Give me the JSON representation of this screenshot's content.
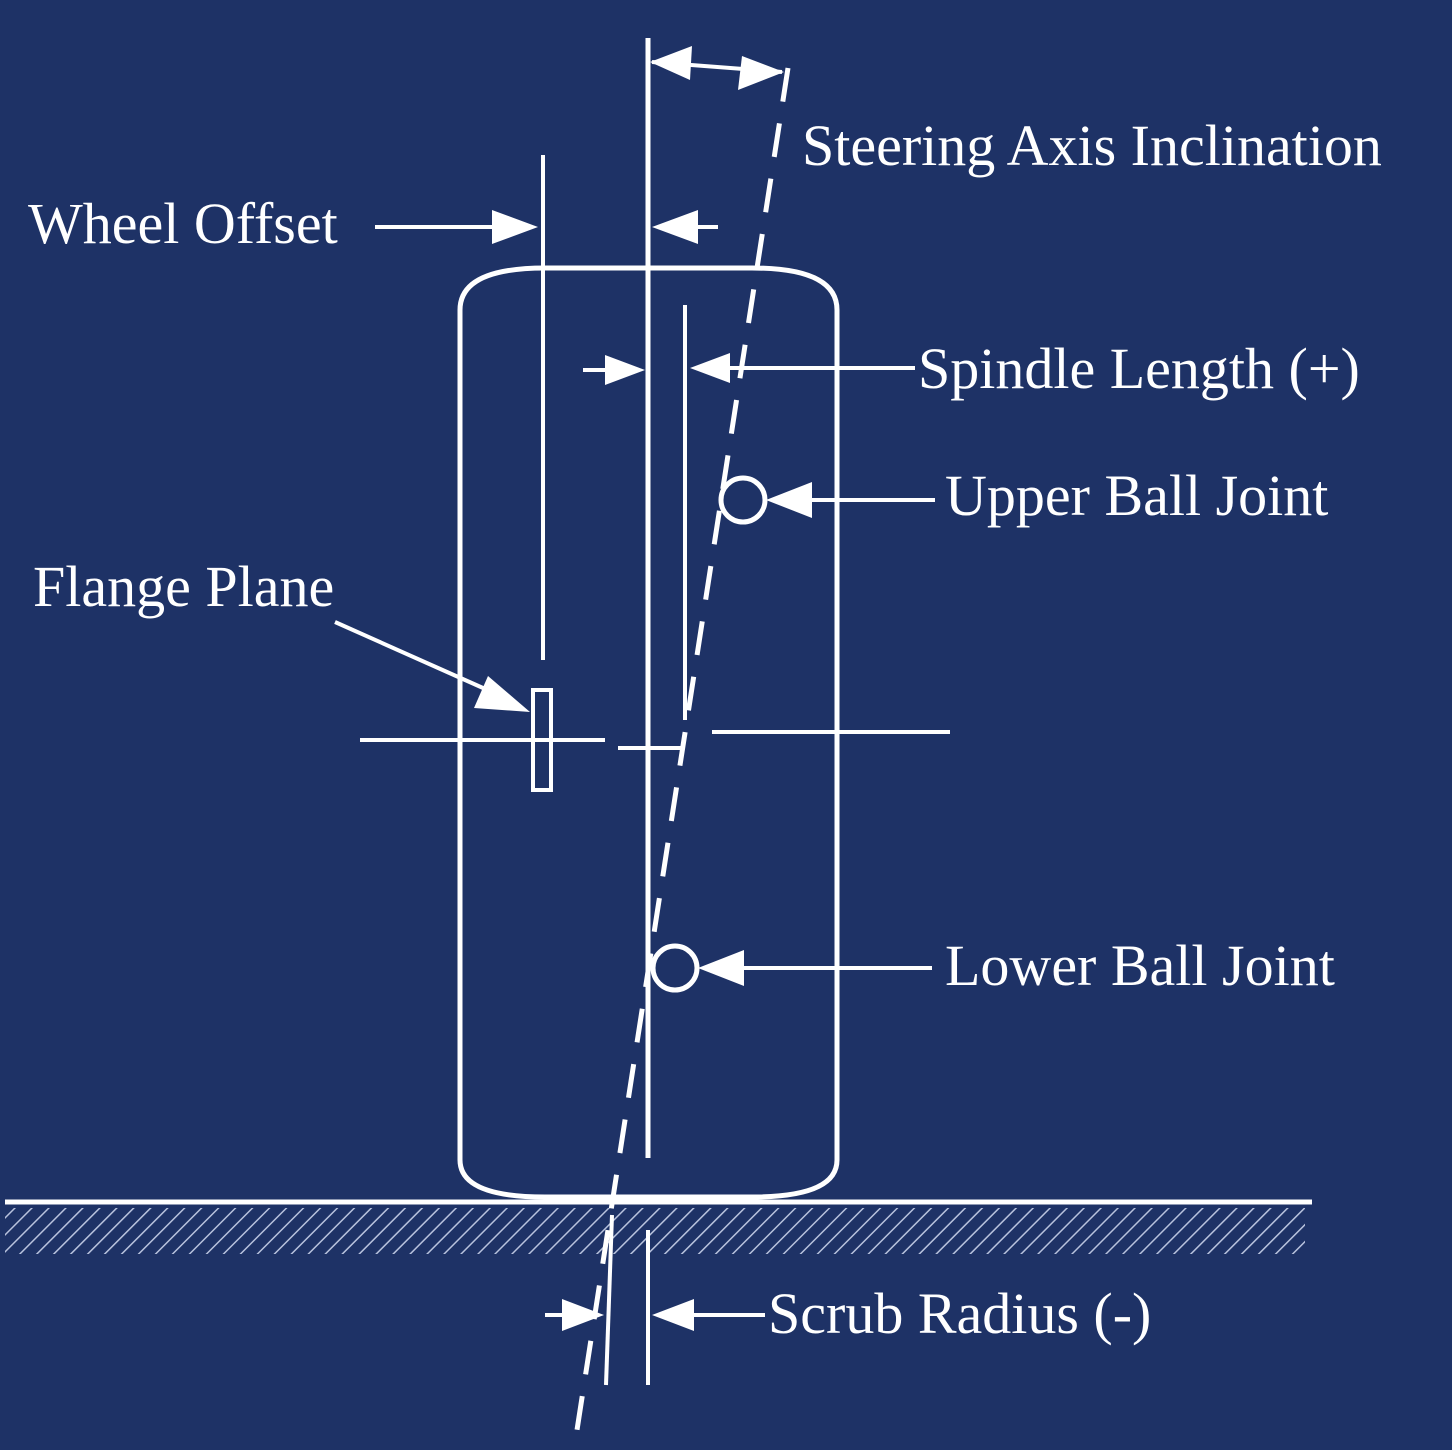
{
  "labels": {
    "steering_axis_inclination": "Steering Axis Inclination",
    "wheel_offset": "Wheel Offset",
    "spindle_length": "Spindle Length (+)",
    "upper_ball_joint": "Upper Ball Joint",
    "flange_plane": "Flange Plane",
    "lower_ball_joint": "Lower Ball Joint",
    "scrub_radius": "Scrub Radius (-)"
  },
  "colors": {
    "background": "#1e3266",
    "lines": "#ffffff"
  }
}
